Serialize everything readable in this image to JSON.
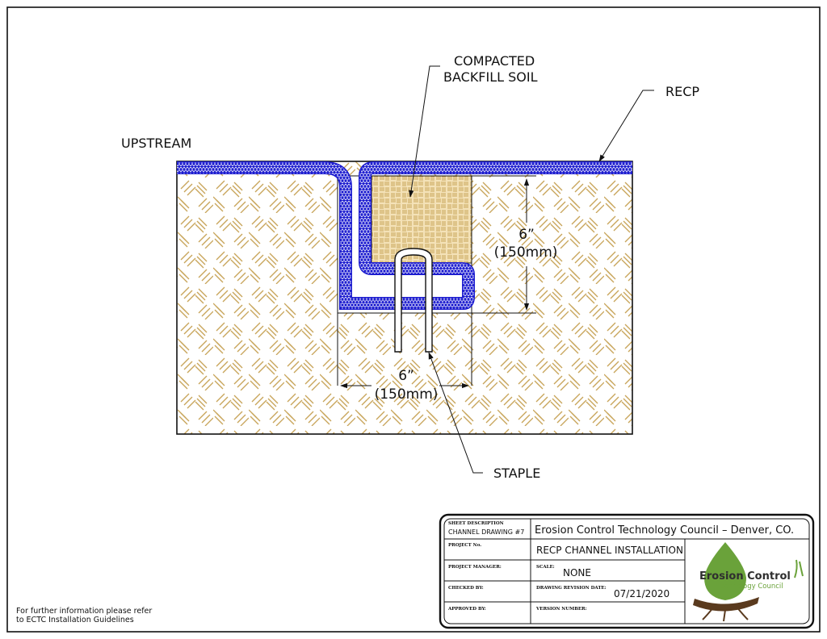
{
  "labels": {
    "compacted": [
      "COMPACTED",
      "BACKFILL SOIL"
    ],
    "recp": "RECP",
    "upstream": "UPSTREAM",
    "dim_vertical": [
      "6”",
      "(150mm)"
    ],
    "dim_horizontal": [
      "6”",
      "(150mm)"
    ],
    "staple": "STAPLE"
  },
  "note": [
    "For further information please refer",
    "to ECTC Installation Guidelines"
  ],
  "title_block": {
    "sheet_description_label": "SHEET DESCRIPTION",
    "sheet_description_value": "CHANNEL DRAWING #7",
    "organization": "Erosion Control Technology Council – Denver, CO.",
    "project_no_label": "PROJECT No.",
    "project_title": "RECP CHANNEL INSTALLATION",
    "project_manager_label": "PROJECT MANAGER:",
    "scale_label": "SCALE:",
    "scale_value": "NONE",
    "checked_by_label": "CHECKED BY:",
    "revision_date_label": "DRAWING REVISION DATE:",
    "revision_date_value": "07/21/2020",
    "approved_by_label": "APPROVED BY:",
    "version_label": "VERSION NUMBER:"
  },
  "logo": {
    "line1": "Erosion Control",
    "line2": "Technology Council"
  },
  "colors": {
    "soil": "#c8a55a",
    "backfill": "#f4e2b8",
    "blanket": "#1c1ccf",
    "line": "#111111"
  }
}
